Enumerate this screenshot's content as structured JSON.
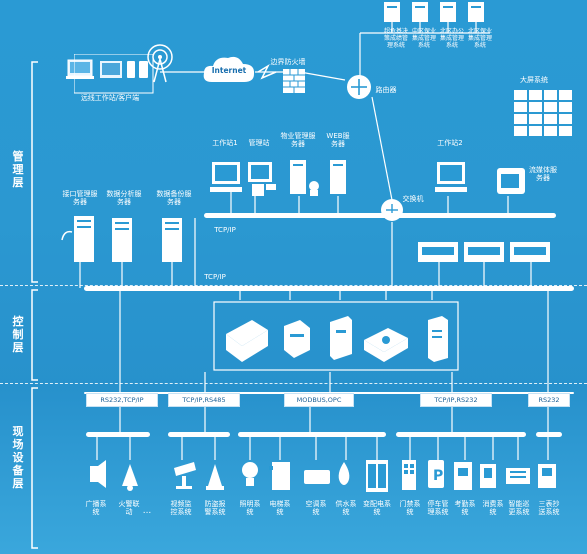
{
  "layers": {
    "management": "管理层",
    "control": "控制层",
    "field": "现场设备层"
  },
  "top": {
    "remote": "远线工作站/客户端",
    "internet": "Internet",
    "firewall": "边界防火墙",
    "router": "路由器",
    "top_systems": [
      "超危基决策成绩管理系统",
      "中区保业集成管理系统",
      "北区办公集成管理系统",
      "北区保业集成管理系统"
    ],
    "big_screen": "大屏系统"
  },
  "management": {
    "ws1": "工作站1",
    "mgmt_station": "管理站",
    "property_server": "物业管理服务器",
    "web_server": "WEB服务器",
    "switch": "交换机",
    "ws2": "工作站2",
    "media_server": "流媒体服务器",
    "interface_server": "接口管理服务器",
    "analysis_server": "数据分析服务器",
    "backup_server": "数据备份服务器",
    "tcpip_1": "TCP/IP",
    "tcpip_2": "TCP/IP"
  },
  "control": {
    "protocols": [
      "RS232,TCP/IP",
      "TCP/IP,RS485",
      "MODBUS,OPC",
      "TCP/IP,RS232",
      "RS232"
    ]
  },
  "field": {
    "devices": [
      "广播系统",
      "火警联动",
      "视频监控系统",
      "防盗报警系统",
      "照明系统",
      "电梯系统",
      "空调系统",
      "供水系统",
      "变配电系统",
      "门禁系统",
      "停车管理系统",
      "考勤系统",
      "消费系统",
      "智能巡更系统",
      "三表抄送系统"
    ],
    "ellipsis": "...",
    "divider_dots": "..."
  },
  "colors": {
    "background": "#2a9ad4",
    "bus": "#ffffff",
    "label_text": "#1a5f96"
  }
}
